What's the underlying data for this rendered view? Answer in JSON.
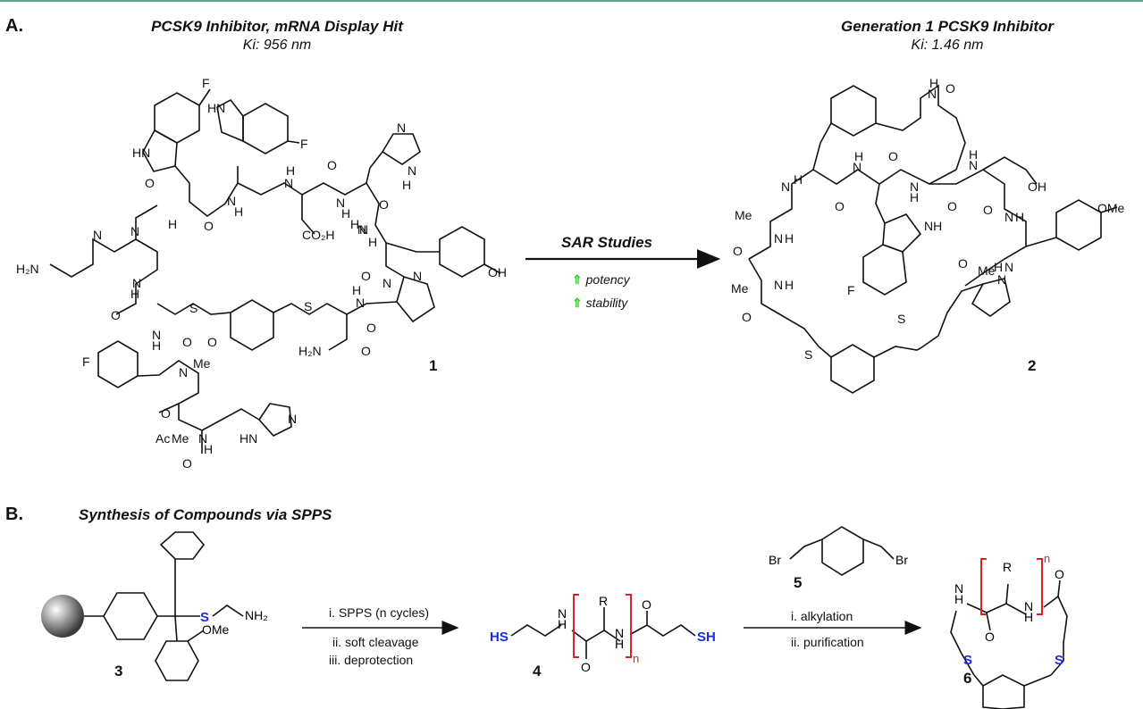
{
  "panel_a": {
    "label": "A.",
    "left": {
      "title": "PCSK9 Inhibitor, mRNA Display Hit",
      "ki": "Ki: 956 nm",
      "compound": "1"
    },
    "right": {
      "title": "Generation 1 PCSK9 Inhibitor",
      "ki": "Ki: 1.46 nm",
      "compound": "2"
    },
    "arrow": {
      "label": "SAR Studies",
      "notes": [
        "potency",
        "stability"
      ],
      "up_color": "#33cc33"
    },
    "atoms_1": [
      "F",
      "HN",
      "HN",
      "F",
      "N",
      "N",
      "H",
      "O",
      "N",
      "H",
      "H",
      "N",
      "N",
      "H",
      "N",
      "O",
      "H",
      "N",
      "O",
      "O",
      "CO₂H",
      "N",
      "H",
      "H",
      "N",
      "OH",
      "H₂N",
      "N",
      "H",
      "O",
      "N",
      "S",
      "S",
      "O",
      "H",
      "N",
      "O",
      "N",
      "H",
      "N",
      "O",
      "H₂N",
      "O",
      "F",
      "O",
      "N",
      "Me",
      "O",
      "Ac",
      "Me",
      "N",
      "H",
      "HN",
      "N",
      "O"
    ],
    "atoms_2": [
      "N",
      "H",
      "O",
      "N",
      "H",
      "O",
      "N",
      "H",
      "O",
      "N",
      "H",
      "N",
      "H",
      "N",
      "H",
      "O",
      "OH",
      "O",
      "N",
      "H",
      "OMe",
      "Me",
      "N",
      "H",
      "O",
      "Me",
      "N",
      "H",
      "NH",
      "F",
      "O",
      "Me",
      "N",
      "S",
      "O",
      "S"
    ]
  },
  "panel_b": {
    "label": "B.",
    "title": "Synthesis of Compounds via SPPS",
    "compounds": [
      "3",
      "4",
      "5",
      "6"
    ],
    "step1": [
      "i. SPPS (n cycles)",
      "ii. soft cleavage",
      "iii. deprotection"
    ],
    "step2": [
      "i. alkylation",
      "ii. purification"
    ],
    "reagent_atoms": [
      "Br",
      "Br"
    ],
    "atoms_3": [
      "S",
      "NH₂",
      "OMe"
    ],
    "atoms_4": [
      "HS",
      "N",
      "H",
      "R",
      "O",
      "N",
      "H",
      "O",
      "n",
      "SH"
    ],
    "atoms_6": [
      "n",
      "R",
      "N",
      "H",
      "O",
      "N",
      "H",
      "O",
      "S",
      "S"
    ],
    "colors": {
      "thiol": "#1a2ee0",
      "bracket": "#e02020"
    }
  }
}
